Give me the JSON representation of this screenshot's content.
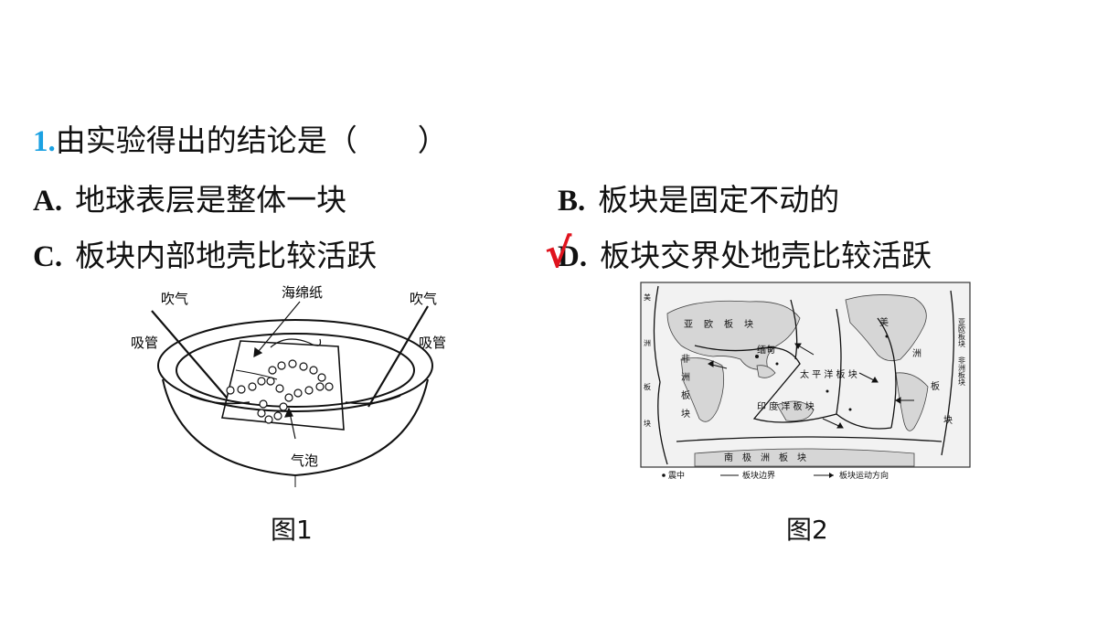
{
  "question": {
    "number": "1.",
    "text": "由实验得出的结论是（　　）"
  },
  "options": [
    {
      "letter": "A.",
      "text": "地球表层是整体一块"
    },
    {
      "letter": "B.",
      "text": "板块是固定不动的"
    },
    {
      "letter": "C.",
      "text": "板块内部地壳比较活跃"
    },
    {
      "letter": "D.",
      "text": "板块交界处地壳比较活跃"
    }
  ],
  "answer_mark": "√",
  "figure1": {
    "caption": "图1",
    "labels": {
      "blow_left": "吹气",
      "straw_left": "吸管",
      "sponge": "海绵纸",
      "blow_right": "吹气",
      "straw_right": "吸管",
      "bubble": "气泡"
    }
  },
  "figure2": {
    "caption": "图2",
    "plates": {
      "america_l": "美",
      "pacific_l": "洲",
      "eurasia_chars": [
        "亚",
        "欧",
        "板",
        "块"
      ],
      "africa_chars": [
        "非",
        "洲",
        "板",
        "块"
      ],
      "mian": "缅甸",
      "pacific": "太 平 洋 板 块",
      "indian": "印 度 洋 板 块",
      "america_chars": [
        "美",
        "洲"
      ],
      "plate_chars": [
        "板",
        "块"
      ],
      "antarctic": "南　极　洲　板　块",
      "right_edge_1": "亚欧板块",
      "right_edge_2": "非洲板块",
      "left_edge": [
        "洲",
        "板",
        "块"
      ]
    },
    "legend": {
      "epicenter": "震中",
      "boundary": "板块边界",
      "direction": "板块运动方向"
    }
  }
}
